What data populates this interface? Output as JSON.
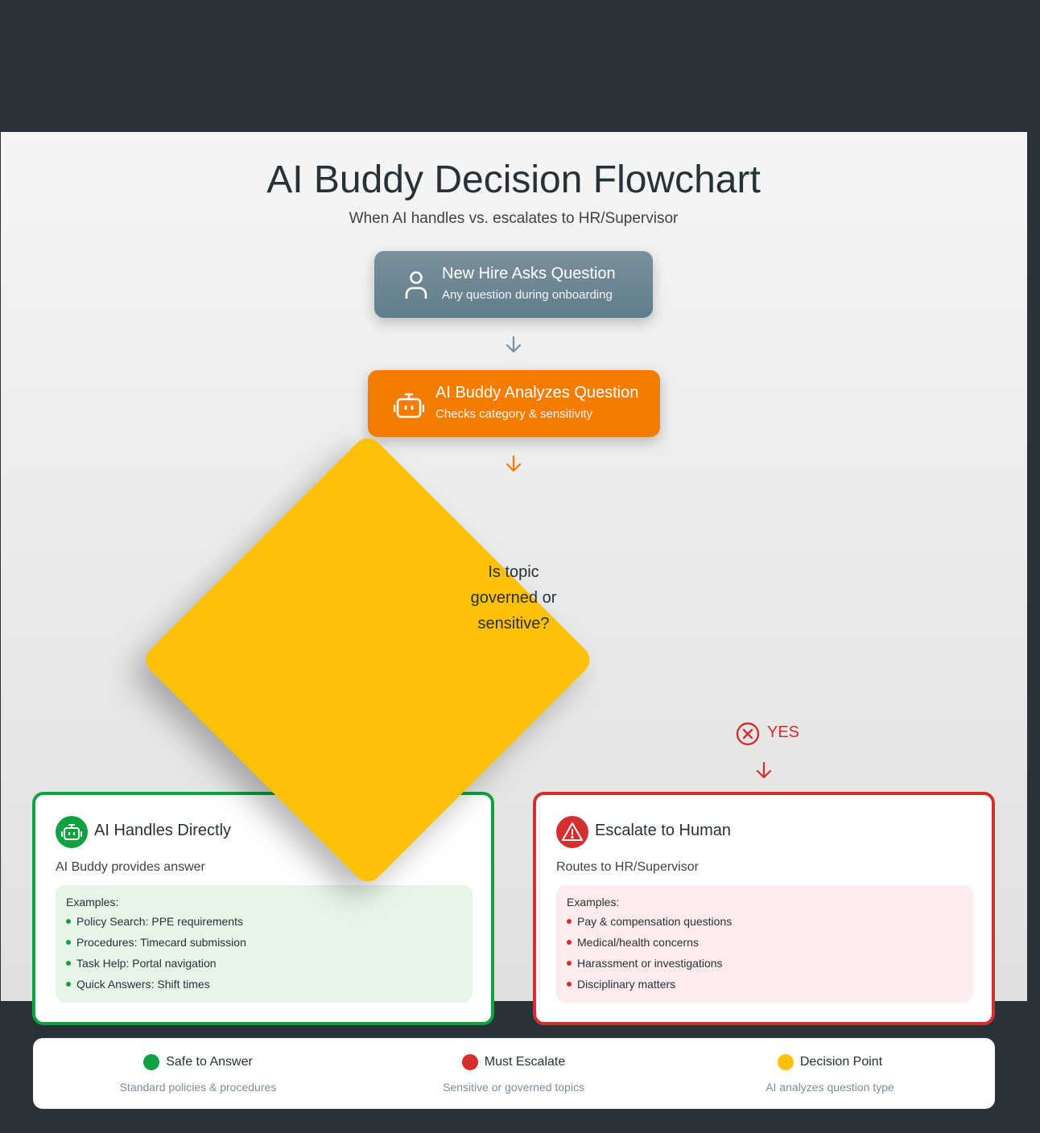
{
  "header": {
    "title": "AI Buddy Decision Flowchart",
    "subtitle": "When AI handles vs. escalates to HR/Supervisor"
  },
  "flow": {
    "start": {
      "title": "New Hire Asks Question",
      "subtitle": "Any question during onboarding",
      "icon": "user-icon",
      "color": "#607d8b"
    },
    "analyze": {
      "title": "AI Buddy Analyzes Question",
      "subtitle": "Checks category & sensitivity",
      "icon": "robot-icon",
      "color": "#f57c00"
    },
    "decision": {
      "text": "Is topic governed or sensitive?",
      "color": "#ffc107"
    },
    "yes_label": "YES"
  },
  "results": {
    "ai": {
      "title": "AI Handles Directly",
      "description": "AI Buddy provides answer",
      "examples_label": "Examples:",
      "examples": [
        "Policy Search: PPE requirements",
        "Procedures: Timecard submission",
        "Task Help: Portal navigation",
        "Quick Answers: Shift times"
      ],
      "color": "#0fa142",
      "icon": "robot-icon"
    },
    "escalate": {
      "title": "Escalate to Human",
      "description": "Routes to HR/Supervisor",
      "examples_label": "Examples:",
      "examples": [
        "Pay & compensation questions",
        "Medical/health concerns",
        "Harassment or investigations",
        "Disciplinary matters"
      ],
      "color": "#d32f2f",
      "icon": "warning-icon"
    }
  },
  "legend": [
    {
      "label": "Safe to Answer",
      "description": "Standard policies & procedures",
      "color": "#0fa142"
    },
    {
      "label": "Must Escalate",
      "description": "Sensitive or governed topics",
      "color": "#d32f2f"
    },
    {
      "label": "Decision Point",
      "description": "AI analyzes question type",
      "color": "#ffc107"
    }
  ]
}
